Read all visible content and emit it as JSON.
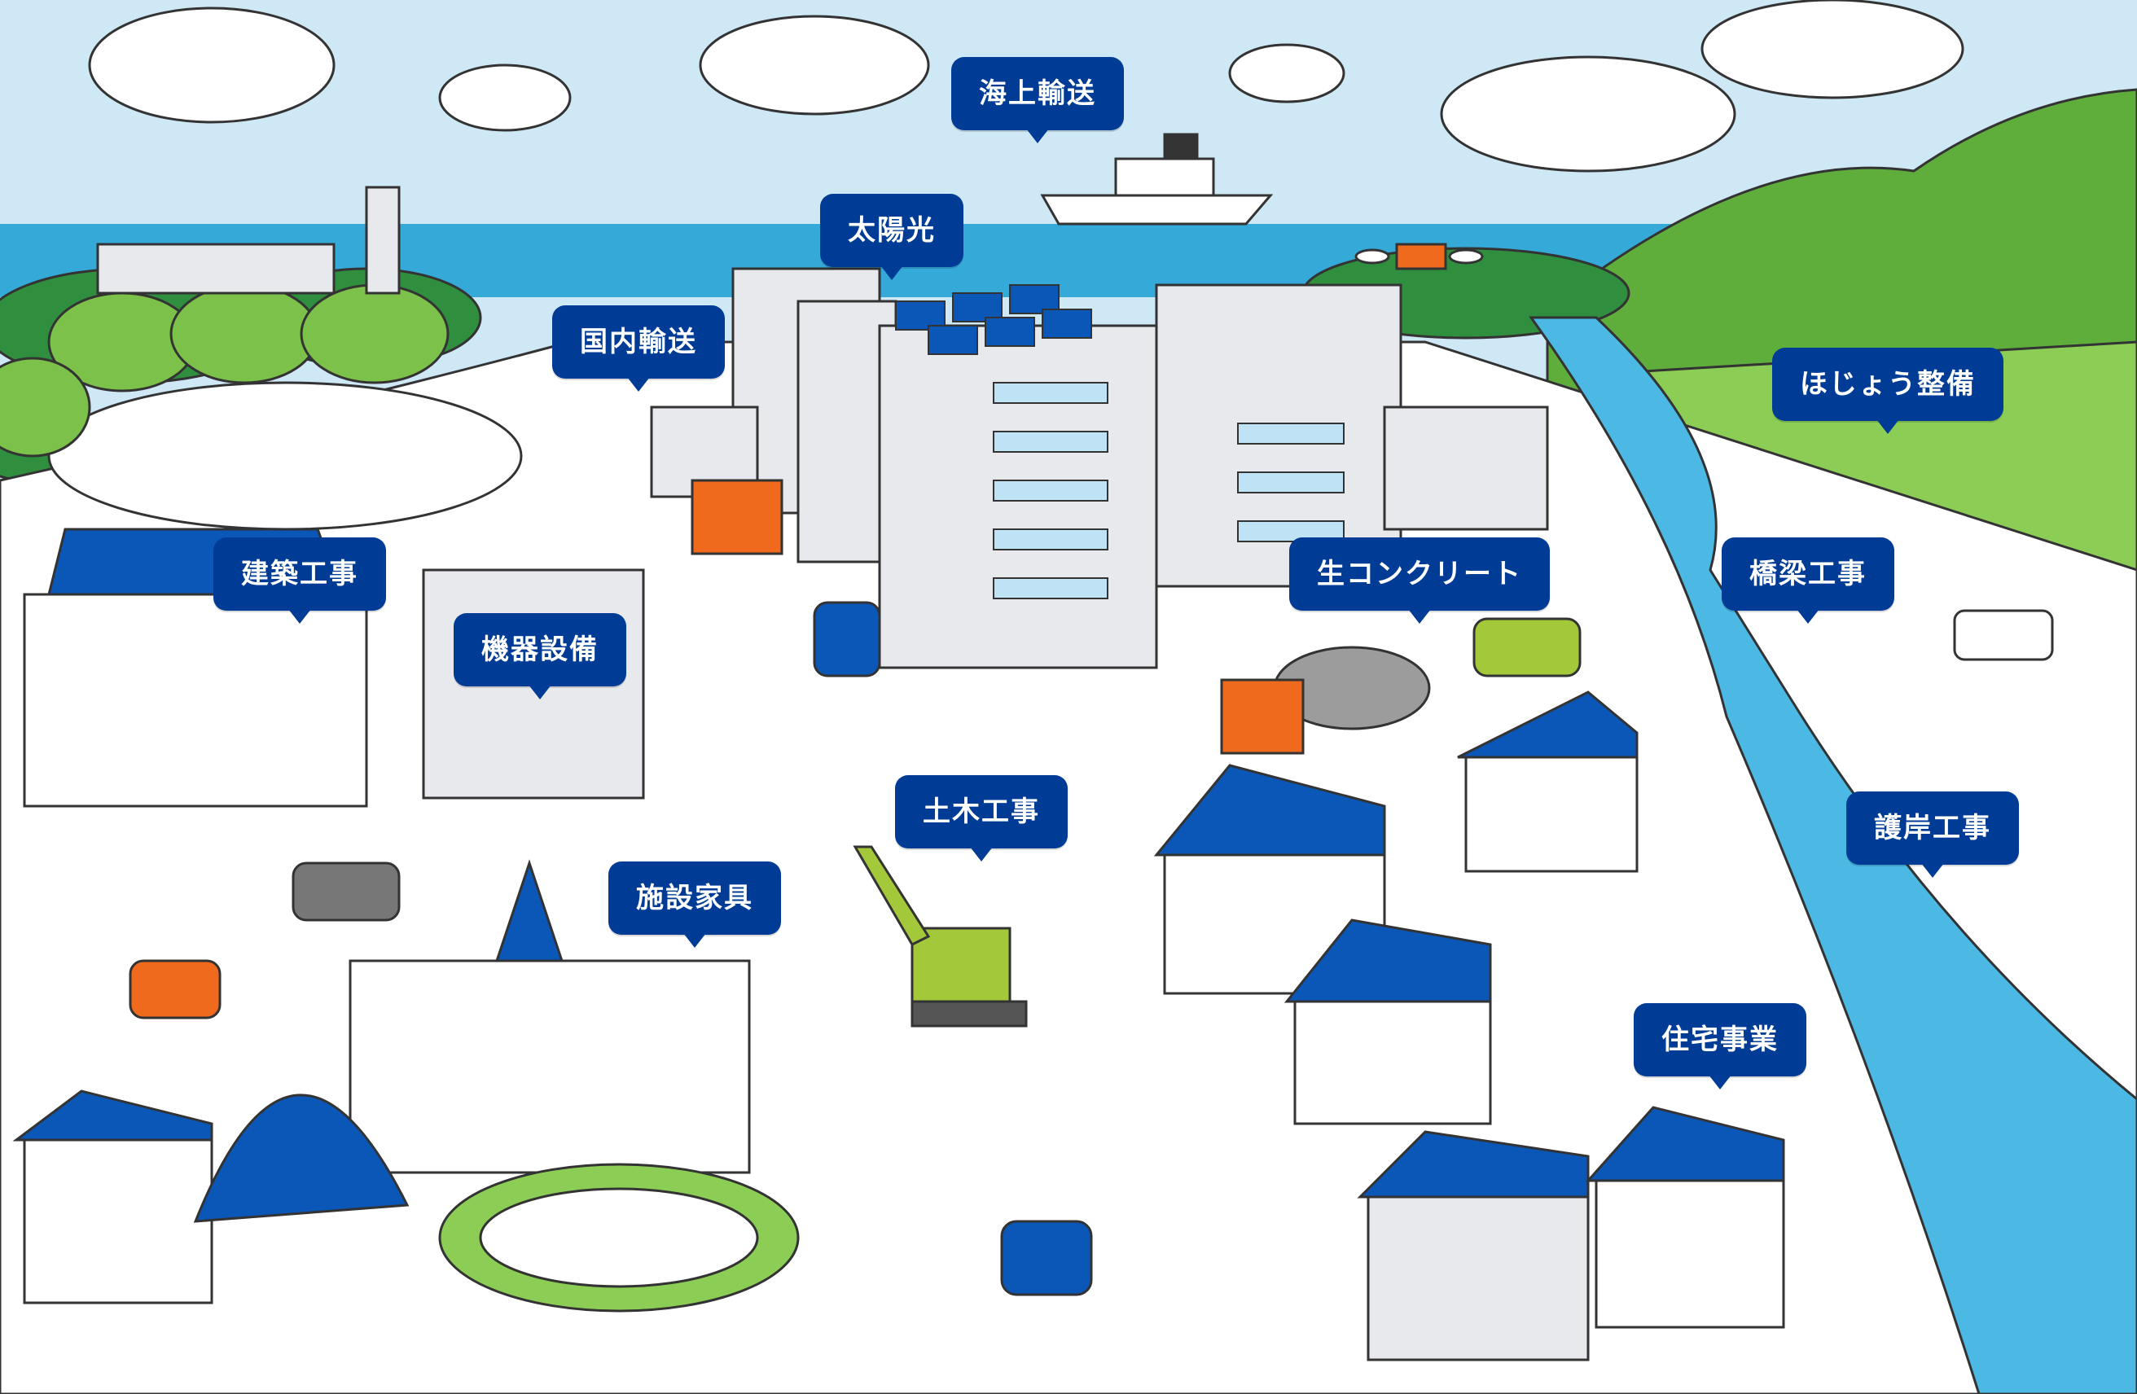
{
  "colors": {
    "sky": "#cfe8f5",
    "sea": "#35a9d8",
    "ground": "#ffffff",
    "grass": "#7cc14a",
    "forest": "#2f8f3e",
    "hill": "#5fae3c",
    "roof_blue": "#0b57b8",
    "building_grey": "#e7e9ec",
    "line": "#333333",
    "label_bg": "#003c96",
    "label_text": "#ffffff",
    "accent_orange": "#f06a1e",
    "excavator_green": "#a3c93a"
  },
  "labels": {
    "sea_transport": "海上輸送",
    "solar": "太陽光",
    "domestic_transport": "国内輸送",
    "field_maintenance": "ほじょう整備",
    "construction": "建築工事",
    "ready_mixed_concrete": "生コンクリート",
    "bridge_work": "橋梁工事",
    "equipment": "機器設備",
    "civil_engineering": "土木工事",
    "revetment_work": "護岸工事",
    "facility_furniture": "施設家具",
    "housing": "住宅事業"
  }
}
